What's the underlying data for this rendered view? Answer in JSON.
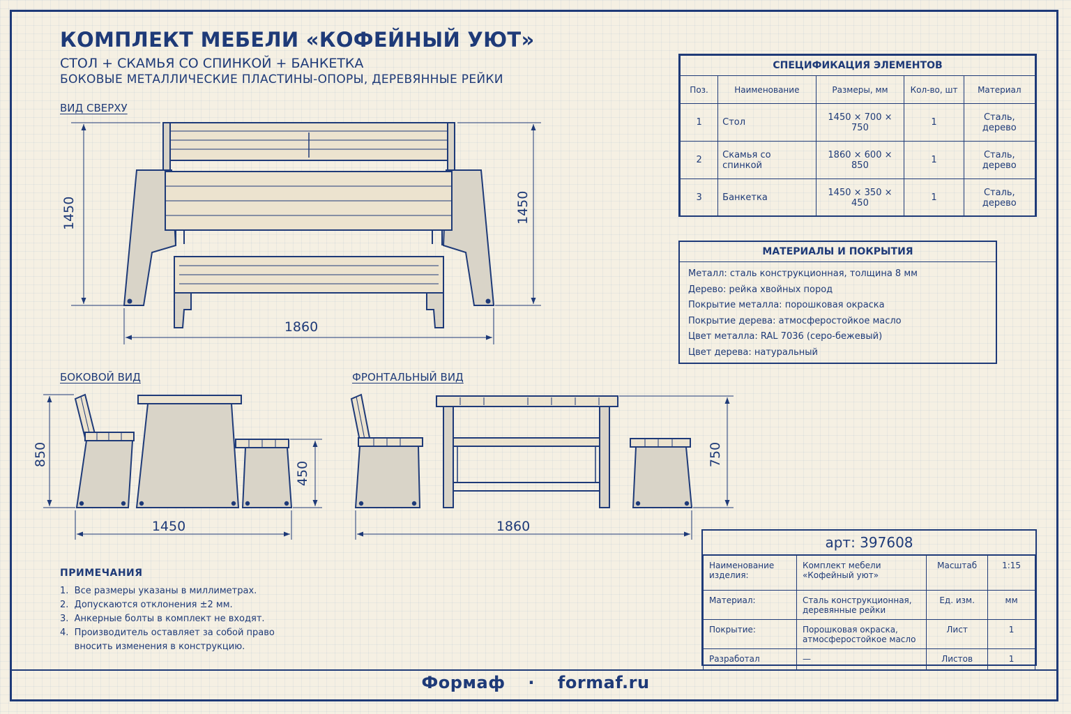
{
  "header": {
    "title": "КОМПЛЕКТ МЕБЕЛИ «КОФЕЙНЫЙ УЮТ»",
    "subtitle1": "СТОЛ + СКАМЬЯ СО СПИНКОЙ + БАНКЕТКА",
    "subtitle2": "БОКОВЫЕ МЕТАЛЛИЧЕСКИЕ ПЛАСТИНЫ-ОПОРЫ, ДЕРЕВЯННЫЕ РЕЙКИ"
  },
  "views": {
    "top": {
      "label": "ВИД СВЕРХУ",
      "dim_left": "1450",
      "dim_right": "1450",
      "dim_bottom": "1860"
    },
    "side": {
      "label": "БОКОВОЙ ВИД",
      "dim_height": "850",
      "dim_bench": "450",
      "dim_bottom": "1450"
    },
    "front": {
      "label": "ФРОНТАЛЬНЫЙ ВИД",
      "dim_height": "750",
      "dim_bottom": "1860"
    }
  },
  "spec": {
    "title": "СПЕЦИФИКАЦИЯ ЭЛЕМЕНТОВ",
    "headers": [
      "Поз.",
      "Наименование",
      "Размеры, мм",
      "Кол-во, шт",
      "Материал"
    ],
    "rows": [
      [
        "1",
        "Стол",
        "1450 × 700 × 750",
        "1",
        "Сталь, дерево"
      ],
      [
        "2",
        "Скамья со спинкой",
        "1860 × 600 × 850",
        "1",
        "Сталь, дерево"
      ],
      [
        "3",
        "Банкетка",
        "1450 × 350 × 450",
        "1",
        "Сталь, дерево"
      ]
    ]
  },
  "materials": {
    "title": "МАТЕРИАЛЫ И ПОКРЫТИЯ",
    "items": [
      "Металл: сталь конструкционная, толщина 8 мм",
      "Дерево: рейка хвойных пород",
      "Покрытие металла: порошковая окраска",
      "Покрытие дерева: атмосферостойкое масло",
      "Цвет металла: RAL 7036 (серо-бежевый)",
      "Цвет дерева: натуральный"
    ]
  },
  "notes": {
    "title": "ПРИМЕЧАНИЯ",
    "items": [
      "1.  Все размеры указаны в миллиметрах.",
      "2.  Допускаются отклонения ±2 мм.",
      "3.  Анкерные болты в комплект не входят.",
      "4.  Производитель оставляет за собой право",
      "     вносить изменения в конструкцию."
    ]
  },
  "title_block": {
    "art": "арт: 397608",
    "rows": [
      [
        "Наименование изделия:",
        "Комплект мебели «Кофейный уют»",
        "Масштаб",
        "1:15"
      ],
      [
        "Материал:",
        "Сталь конструкционная, деревянные рейки",
        "Ед. изм.",
        "мм"
      ],
      [
        "Покрытие:",
        "Порошковая окраска, атмосферостойкое масло",
        "Лист",
        "1"
      ],
      [
        "Разработал",
        "—",
        "Листов",
        "1"
      ]
    ]
  },
  "footer": {
    "brand": "Формаф",
    "dot": "·",
    "site": "formaf.ru"
  },
  "colors": {
    "ink": "#1e3a78",
    "paper": "#f5f0e3",
    "metal": "#d9d4c8",
    "wood": "#ece3cf"
  }
}
